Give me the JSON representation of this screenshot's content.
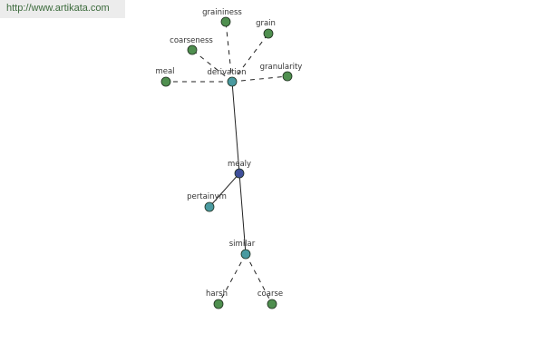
{
  "banner": {
    "url": "http://www.artikata.com"
  },
  "graph": {
    "nodes": [
      {
        "id": "mealy",
        "label": "mealy",
        "kind": "head"
      },
      {
        "id": "derivation",
        "label": "derivation",
        "kind": "relation"
      },
      {
        "id": "pertainym",
        "label": "pertainym",
        "kind": "relation"
      },
      {
        "id": "similar",
        "label": "similar",
        "kind": "relation"
      },
      {
        "id": "graininess",
        "label": "graininess",
        "kind": "word"
      },
      {
        "id": "grain",
        "label": "grain",
        "kind": "word"
      },
      {
        "id": "coarseness",
        "label": "coarseness",
        "kind": "word"
      },
      {
        "id": "meal",
        "label": "meal",
        "kind": "word"
      },
      {
        "id": "granularity",
        "label": "granularity",
        "kind": "word"
      },
      {
        "id": "harsh",
        "label": "harsh",
        "kind": "word"
      },
      {
        "id": "coarse",
        "label": "coarse",
        "kind": "word"
      }
    ],
    "edges": [
      {
        "from": "mealy",
        "to": "derivation",
        "style": "solid"
      },
      {
        "from": "mealy",
        "to": "pertainym",
        "style": "solid"
      },
      {
        "from": "mealy",
        "to": "similar",
        "style": "solid"
      },
      {
        "from": "derivation",
        "to": "graininess",
        "style": "dashed"
      },
      {
        "from": "derivation",
        "to": "grain",
        "style": "dashed"
      },
      {
        "from": "derivation",
        "to": "coarseness",
        "style": "dashed"
      },
      {
        "from": "derivation",
        "to": "meal",
        "style": "dashed"
      },
      {
        "from": "derivation",
        "to": "granularity",
        "style": "dashed"
      },
      {
        "from": "similar",
        "to": "harsh",
        "style": "dashed"
      },
      {
        "from": "similar",
        "to": "coarse",
        "style": "dashed"
      }
    ],
    "colors": {
      "head": "#3f4f9a",
      "relation": "#4a9aa0",
      "word": "#4f8f4f",
      "edge": "#222222"
    }
  }
}
